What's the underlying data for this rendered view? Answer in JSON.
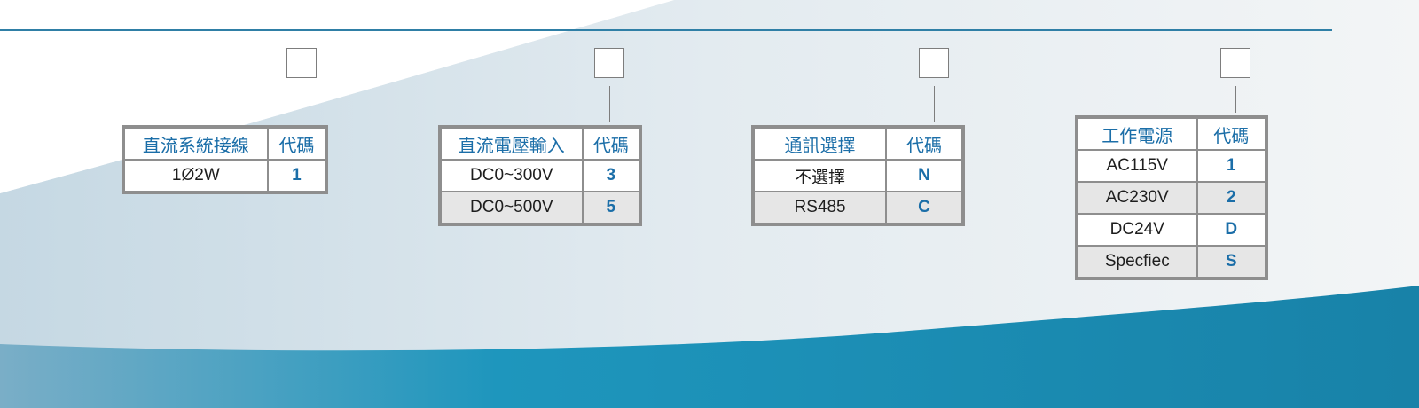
{
  "colors": {
    "accent": "#1b6ea8",
    "table_border": "#8e8e8e",
    "alt_row": "#e6e6e6",
    "wave_dark": "#1b8ab3",
    "wave_light": "#7aaec7"
  },
  "tables": [
    {
      "header_name": "直流系統接線",
      "header_code": "代碼",
      "rows": [
        {
          "name": "1Ø2W",
          "code": "1"
        }
      ]
    },
    {
      "header_name": "直流電壓輸入",
      "header_code": "代碼",
      "rows": [
        {
          "name": "DC0~300V",
          "code": "3"
        },
        {
          "name": "DC0~500V",
          "code": "5"
        }
      ]
    },
    {
      "header_name": "通訊選擇",
      "header_code": "代碼",
      "rows": [
        {
          "name": "不選擇",
          "code": "N"
        },
        {
          "name": "RS485",
          "code": "C"
        }
      ]
    },
    {
      "header_name": "工作電源",
      "header_code": "代碼",
      "rows": [
        {
          "name": "AC115V",
          "code": "1"
        },
        {
          "name": "AC230V",
          "code": "2"
        },
        {
          "name": "DC24V",
          "code": "D"
        },
        {
          "name": "Specfiec",
          "code": "S"
        }
      ]
    }
  ]
}
